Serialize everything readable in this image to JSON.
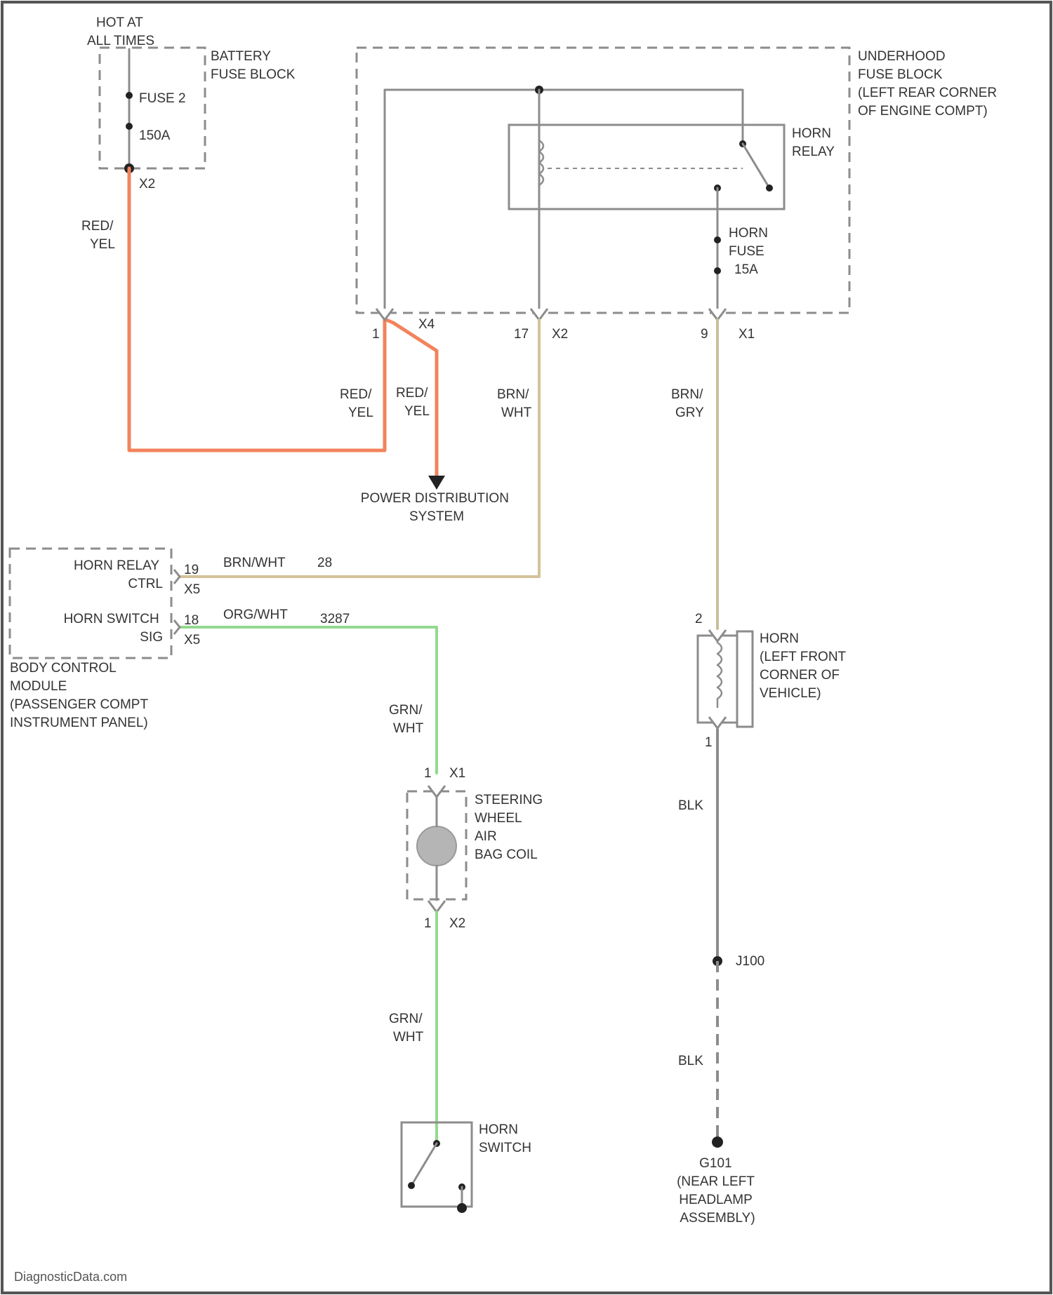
{
  "colors": {
    "red_yel": "#f2835c",
    "brn_wht": "#d4c29a",
    "brn_gry": "#c8bf9a",
    "org_wht": "#93d98f",
    "grn_wht": "#93d98f",
    "blk": "#8c8c8c",
    "gray": "#8c8c8c",
    "airbag_coil": "#b5b5b5",
    "frame": "#555555"
  },
  "labels": {
    "hot_at": "HOT AT",
    "all_times": "ALL TIMES",
    "battery_fuse_block": [
      "BATTERY",
      "FUSE BLOCK"
    ],
    "fuse2": "FUSE 2",
    "fuse2_rating": "150A",
    "x2_battery": "X2",
    "red_yel_1": [
      "RED/",
      "YEL"
    ],
    "underhood_fuse_block": [
      "UNDERHOOD",
      "FUSE BLOCK",
      "(LEFT REAR CORNER",
      "OF ENGINE COMPT)"
    ],
    "horn_relay": [
      "HORN",
      "RELAY"
    ],
    "horn_fuse": [
      "HORN",
      "FUSE",
      "15A"
    ],
    "pin_1": "1",
    "x4": "X4",
    "pin_17": "17",
    "x2_underhood": "X2",
    "pin_9": "9",
    "x1_underhood": "X1",
    "red_yel_2": [
      "RED/",
      "YEL"
    ],
    "red_yel_3": [
      "RED/",
      "YEL"
    ],
    "brn_wht_1": [
      "BRN/",
      "WHT"
    ],
    "brn_gry": [
      "BRN/",
      "GRY"
    ],
    "power_distribution": [
      "POWER DISTRIBUTION",
      "SYSTEM"
    ],
    "horn_relay_ctrl": [
      "HORN RELAY",
      "CTRL"
    ],
    "horn_switch_sig": [
      "HORN SWITCH",
      "SIG"
    ],
    "bcm_pin_19": "19",
    "bcm_x5_a": "X5",
    "bcm_pin_18": "18",
    "bcm_x5_b": "X5",
    "brn_wht_circuit": "BRN/WHT",
    "circuit_28": "28",
    "org_wht_circuit": "ORG/WHT",
    "circuit_3287": "3287",
    "body_control_module": [
      "BODY CONTROL",
      "MODULE",
      "(PASSENGER COMPT",
      "INSTRUMENT PANEL)"
    ],
    "grn_wht_1": [
      "GRN/",
      "WHT"
    ],
    "coil_pin_1": "1",
    "coil_x1": "X1",
    "steering_wheel_coil": [
      "STEERING",
      "WHEEL",
      "AIR",
      "BAG COIL"
    ],
    "coil_pin_1b": "1",
    "coil_x2": "X2",
    "grn_wht_2": [
      "GRN/",
      "WHT"
    ],
    "horn_switch": [
      "HORN",
      "SWITCH"
    ],
    "horn_pin_2": "2",
    "horn_pin_1": "1",
    "horn": [
      "HORN",
      "(LEFT FRONT",
      "CORNER OF",
      "VEHICLE)"
    ],
    "blk_1": "BLK",
    "j100": "J100",
    "blk_2": "BLK",
    "ground": [
      "G101",
      "(NEAR LEFT",
      "HEADLAMP",
      "ASSEMBLY)"
    ],
    "watermark": "DiagnosticData.com"
  }
}
